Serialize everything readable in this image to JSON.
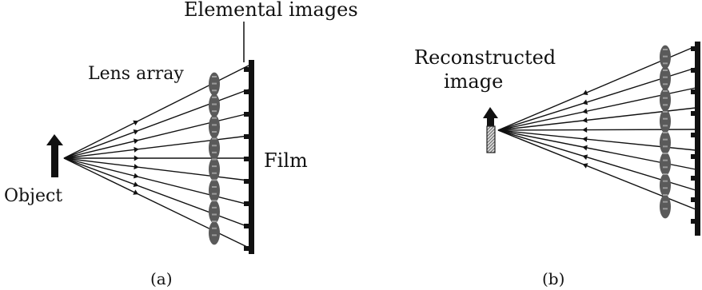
{
  "panel_a": {
    "labels": {
      "elemental_images": "Elemental images",
      "lens_array": "Lens array",
      "film": "Film",
      "object": "Object"
    },
    "caption": "(a)"
  },
  "panel_b": {
    "labels": {
      "reconstructed_line1": "Reconstructed",
      "reconstructed_line2": "image"
    },
    "caption": "(b)"
  },
  "colors": {
    "ink": "#111111",
    "lens": "#5a5a5a",
    "reconstructed_fill": "#cfcfcf"
  }
}
